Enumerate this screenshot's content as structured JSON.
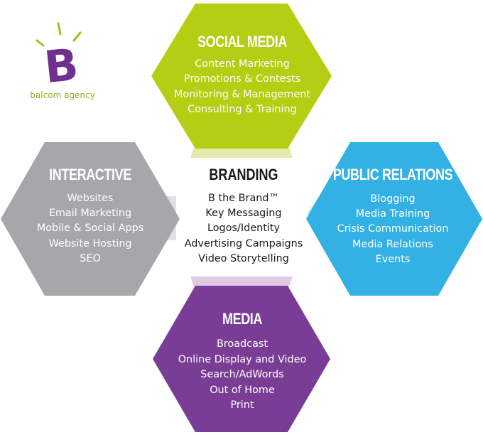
{
  "logo": {
    "letter": "B",
    "name": "balcom agency",
    "letter_color": "#6f2f8f",
    "name_color": "#8fb31a",
    "ray_color": "#9bc21e"
  },
  "center": {
    "title": "BRANDING",
    "items": [
      "B the Brand™",
      "Key Messaging",
      "Logos/Identity",
      "Advertising Campaigns",
      "Video Storytelling"
    ],
    "color": "#1a1a1a"
  },
  "hexes": {
    "social_media": {
      "title": "SOCIAL MEDIA",
      "items": [
        "Content Marketing",
        "Promotions & Contests",
        "Monitoring & Management",
        "Consulting & Training"
      ],
      "color": "#b5cd12",
      "connector_color": "#e4ebb0"
    },
    "interactive": {
      "title": "INTERACTIVE",
      "items": [
        "Websites",
        "Email Marketing",
        "Mobile & Social Apps",
        "Website Hosting",
        "SEO"
      ],
      "color": "#a5a7aa",
      "connector_color": "#e1e1e2"
    },
    "public_relations": {
      "title": "PUBLIC RELATIONS",
      "items": [
        "Blogging",
        "Media Training",
        "Crisis Communication",
        "Media Relations",
        "Events"
      ],
      "color": "#33b1e4",
      "connector_color": "#c9e9f6"
    },
    "media": {
      "title": "MEDIA",
      "items": [
        "Broadcast",
        "Online Display and Video",
        "Search/AdWords",
        "Out of Home",
        "Print"
      ],
      "color": "#7a3d96",
      "connector_color": "#ddcbe4"
    }
  }
}
